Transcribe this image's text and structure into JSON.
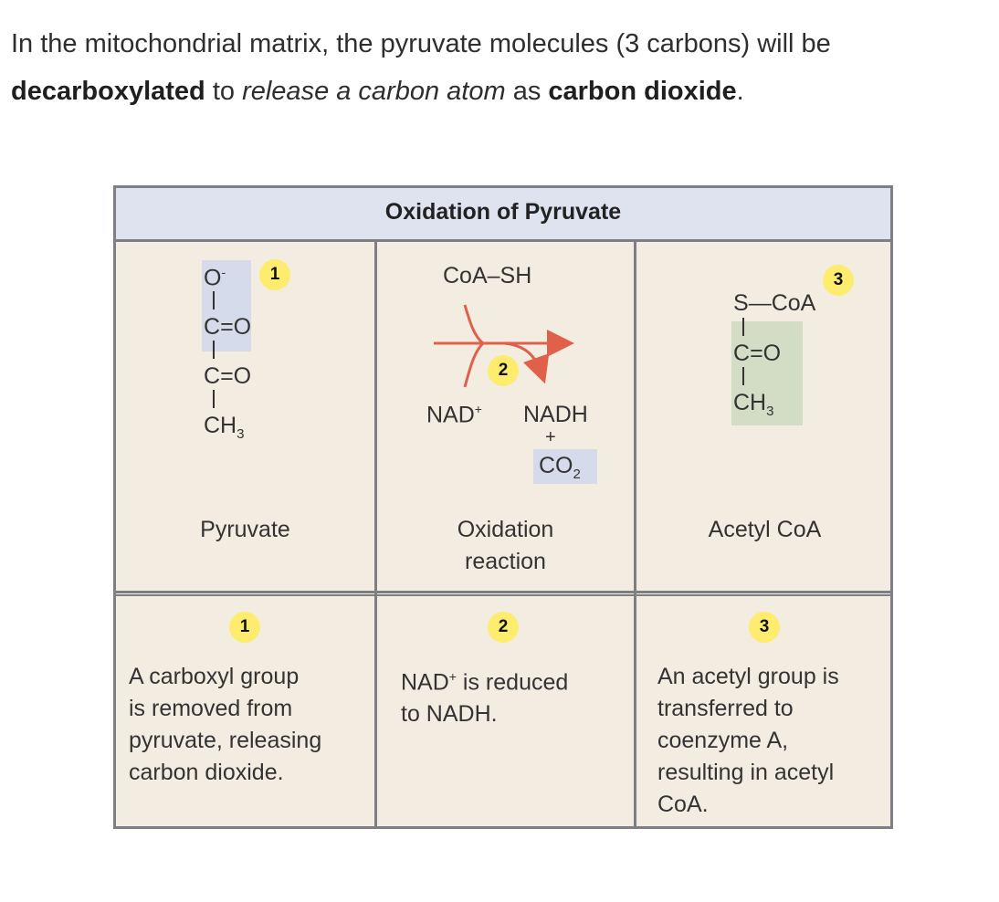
{
  "intro": {
    "part1": "In the mitochondrial matrix, the pyruvate molecules (3 carbons) will be ",
    "bold1": "decarboxylated",
    "part2": " to ",
    "italic1": "release a carbon atom",
    "part3": " as ",
    "bold2": "carbon dioxide",
    "part4": "."
  },
  "figure": {
    "title": "Oxidation of Pyruvate",
    "col1": {
      "badge": "1",
      "o_minus": "O",
      "o_minus_charge": "-",
      "c1": "C",
      "c2": "C",
      "eq_o": "=O",
      "ch": "CH",
      "ch_sub": "3",
      "label": "Pyruvate"
    },
    "col2": {
      "badge": "2",
      "coa_sh": "CoA–SH",
      "nad": "NAD",
      "plus_sup": "+",
      "nadh": "NADH",
      "plus": "+",
      "co": "CO",
      "co_sub": "2",
      "label_line1": "Oxidation",
      "label_line2": "reaction"
    },
    "col3": {
      "badge": "3",
      "s": "S",
      "dash": "—",
      "coa": "CoA",
      "c": "C",
      "eq_o": "=O",
      "ch": "CH",
      "ch_sub": "3",
      "label": "Acetyl CoA"
    },
    "notes": [
      {
        "badge": "1",
        "lines": [
          "A carboxyl group",
          "is removed from",
          "pyruvate, releasing",
          "carbon dioxide."
        ]
      },
      {
        "badge": "2",
        "prefix": "NAD",
        "sup": "+",
        "rest": " is reduced",
        "line2": "to NADH."
      },
      {
        "badge": "3",
        "lines": [
          "An acetyl group is",
          "transferred to",
          "coenzyme A,",
          "resulting in acetyl",
          "CoA."
        ]
      }
    ]
  },
  "colors": {
    "badge": "#fdec6e",
    "header": "#dfe3ef",
    "panel": "#f3ede1",
    "arrow": "#e0614a",
    "blue_highlight": "#d6dbec",
    "green_highlight": "#d3ddc6",
    "border": "#7d7f84"
  }
}
